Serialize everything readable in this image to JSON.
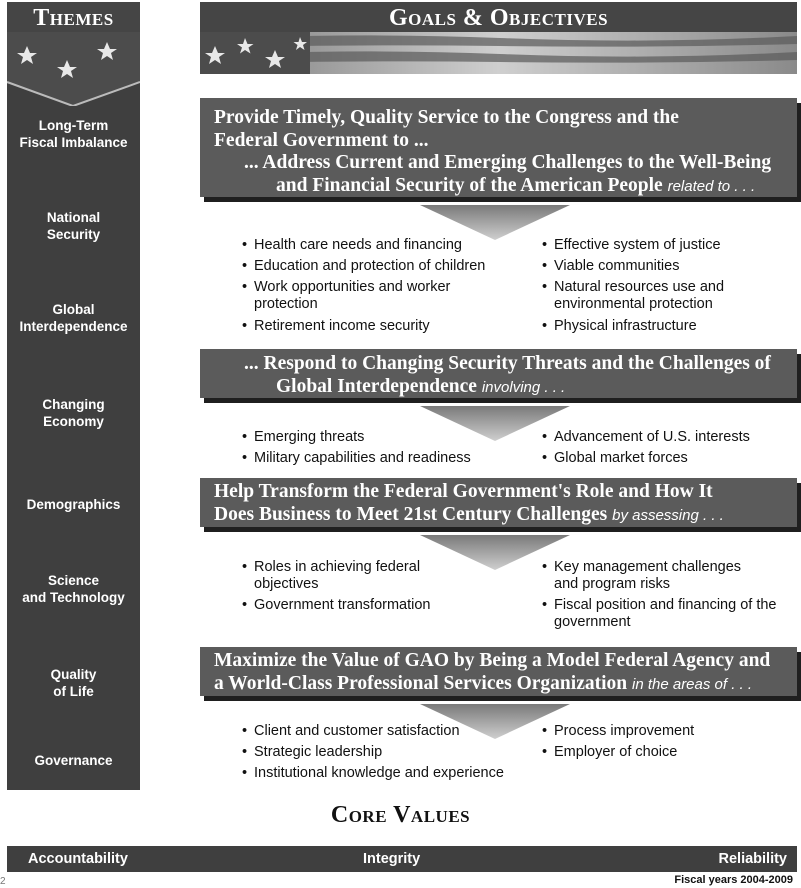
{
  "header": {
    "themes": "Themes",
    "goals": "Goals & Objectives"
  },
  "themes": [
    "Long-Term\nFiscal Imbalance",
    "National\nSecurity",
    "Global\nInterdependence",
    "Changing\nEconomy",
    "Demographics",
    "Science\nand Technology",
    "Quality\nof Life",
    "Governance"
  ],
  "goal1": {
    "line1": "Provide Timely, Quality Service to the Congress and the",
    "line2": "Federal Government to ...",
    "sub_line1": "... Address Current and Emerging Challenges to the Well-Being",
    "sub_line2": "and Financial Security of the American People",
    "sub_tail": "related to . . ."
  },
  "goal1_bullets_left": [
    "Health care needs and financing",
    "Education and protection of children",
    "Work opportunities and worker\nprotection",
    "Retirement income security"
  ],
  "goal1_bullets_right": [
    "Effective system of justice",
    "Viable communities",
    "Natural resources use and\nenvironmental protection",
    "Physical infrastructure"
  ],
  "goal2": {
    "line1": "... Respond to Changing Security Threats and the Challenges of",
    "line2": "Global Interdependence",
    "tail": "involving . . ."
  },
  "goal2_bullets_left": [
    "Emerging threats",
    "Military capabilities and readiness"
  ],
  "goal2_bullets_right": [
    "Advancement of U.S. interests",
    "Global market forces"
  ],
  "goal3": {
    "line1": "Help Transform the Federal Government's Role and How It",
    "line2": "Does Business to Meet 21st Century Challenges",
    "tail": "by assessing . . ."
  },
  "goal3_bullets_left": [
    "Roles in achieving federal\nobjectives",
    "Government transformation"
  ],
  "goal3_bullets_right": [
    "Key management challenges\nand program risks",
    "Fiscal position and financing of the\ngovernment"
  ],
  "goal4": {
    "line1": "Maximize the Value of GAO by Being a Model Federal Agency and",
    "line2": "a World-Class Professional Services Organization",
    "tail": "in the areas of . . ."
  },
  "goal4_bullets_left": [
    "Client and customer satisfaction",
    "Strategic leadership",
    "Institutional knowledge and experience"
  ],
  "goal4_bullets_right": [
    "Process improvement",
    "Employer of choice"
  ],
  "core_values": {
    "title": "Core Values",
    "items": [
      "Accountability",
      "Integrity",
      "Reliability"
    ]
  },
  "footer": {
    "fiscal": "Fiscal years 2004-2009",
    "page": "2"
  },
  "colors": {
    "dark_gray": "#3f3f3f",
    "box_gray": "#5b5b5b"
  }
}
